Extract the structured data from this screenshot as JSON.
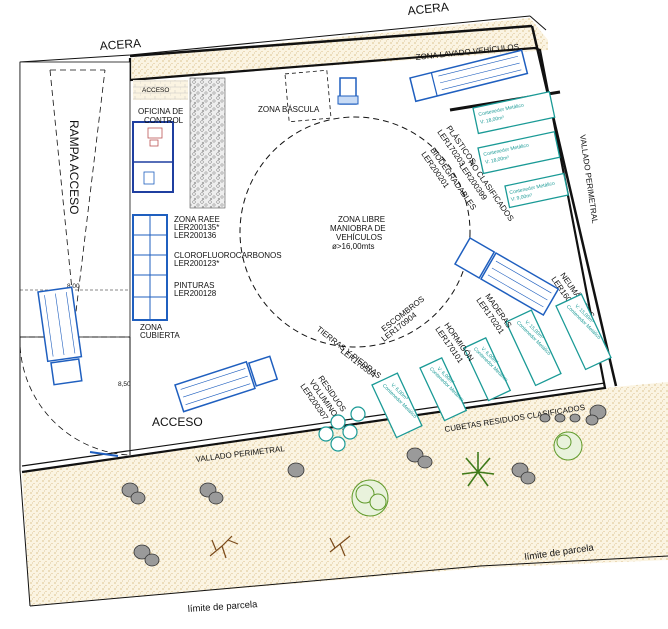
{
  "labels": {
    "acera_top": "ACERA",
    "acera_left": "ACERA",
    "rampa": "RAMPA ACCESO",
    "acceso_small": "ACCESO",
    "oficina_1": "OFICINA DE",
    "oficina_2": "CONTROL",
    "zona_bascula": "ZONA BÁSCULA",
    "zona_lavado": "ZONA LAVADO VEHÍCULOS",
    "zona_libre_1": "ZONA LIBRE",
    "zona_libre_2": "MANIOBRA DE",
    "zona_libre_3": "VEHÍCULOS",
    "zona_libre_4": "ø>16,00mts",
    "raee_1": "ZONA RAEE",
    "raee_2": "LER200135*",
    "raee_3": "LER200136",
    "cloro_1": "CLOROFLUOROCARBONOS",
    "cloro_2": "LER200123*",
    "pinturas_1": "PINTURAS",
    "pinturas_2": "LER200128",
    "zona_cubierta_1": "ZONA",
    "zona_cubierta_2": "CUBIERTA",
    "dim_1": "8,00",
    "dim_2": "8,50",
    "acceso_big": "ACCESO",
    "plasticos_1": "PLÁSTICOS",
    "plasticos_2": "LER170203",
    "biodeg_1": "BIODEGRADABLES",
    "biodeg_2": "LER200201",
    "noclas_1": "NO CLASIFICADOS",
    "noclas_2": "LER200399",
    "neumaticos_1": "NEUMÁTICOS",
    "neumaticos_2": "LER160103",
    "maderas_1": "MADERAS",
    "maderas_2": "LER170201",
    "hormigon_1": "HORMIGÓN",
    "hormigon_2": "LER170101",
    "escombros_1": "ESCOMBROS",
    "escombros_2": "LER170904",
    "tierras_1": "TIERRAS Y PIEDRAS",
    "tierras_2": "LER170504",
    "voluminosos_1": "RESIDUOS",
    "voluminosos_2": "VOLUMINOSOS",
    "voluminosos_3": "LER200307",
    "vallado_bottom": "VALLADO PERIMETRAL",
    "vallado_right": "VALLADO PERIMETRAL",
    "cubetas": "CUBETAS RESIDUOS CLASIFICADOS",
    "limite_bottom": "límite de parcela",
    "limite_right": "límite de parcela",
    "cont_metalico": "Contenedor Metálico",
    "cont_v18": "V: 18,00m³",
    "cont_v9": "V: 9,00m³",
    "cont_v15": "V: 15,00m³",
    "cont_v6": "V: 6,00m³"
  },
  "colors": {
    "line": "#111111",
    "truck": "#1f5fbf",
    "container": "#1a9a96",
    "gravel": "#d8b878",
    "office_wall": "#1f3fa0",
    "shrub": "#5f9a2a"
  }
}
